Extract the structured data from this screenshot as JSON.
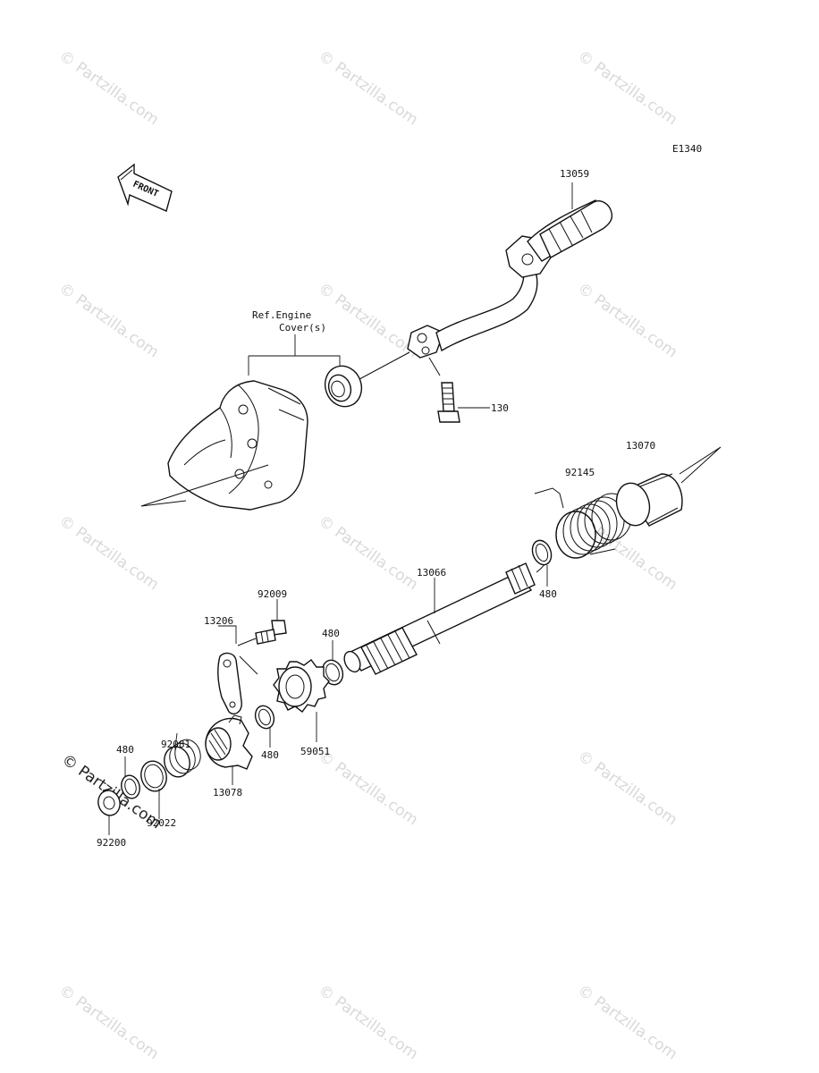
{
  "diagram_code": "E1340",
  "front_label": "FRONT",
  "ref_note_line1": "Ref.Engine",
  "ref_note_line2": "Cover(s)",
  "watermark_text": "© Partzilla.com",
  "parts": {
    "p13059": "13059",
    "p130": "130",
    "p13070": "13070",
    "p92145": "92145",
    "p13066": "13066",
    "p480_a": "480",
    "p480_b": "480",
    "p480_c": "480",
    "p480_d": "480",
    "p92009": "92009",
    "p13206": "13206",
    "p59051": "59051",
    "p92081": "92081",
    "p13078": "13078",
    "p92022": "92022",
    "p92200": "92200"
  },
  "colors": {
    "line": "#111111",
    "watermark": "#d9d9d9"
  }
}
